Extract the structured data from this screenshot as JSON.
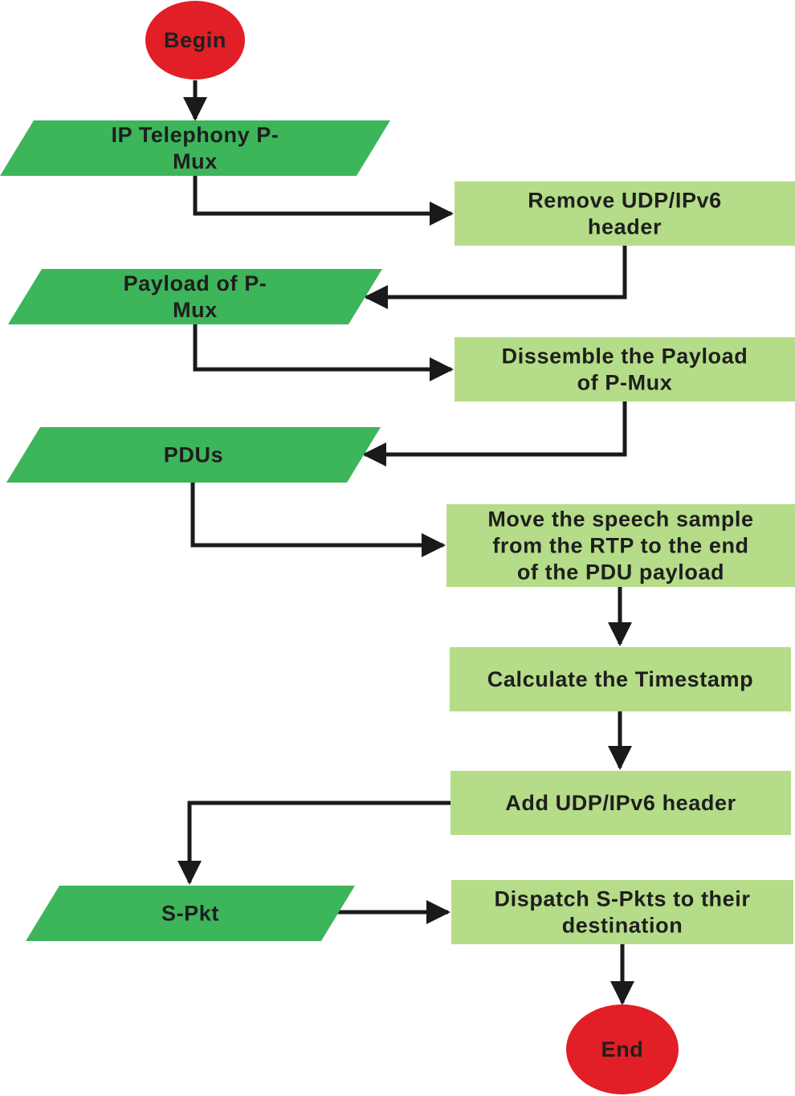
{
  "colors": {
    "terminator": "#e21e26",
    "io": "#3db55b",
    "process": "#b5dc88",
    "connector": "#1a1a1a"
  },
  "nodes": {
    "begin": {
      "kind": "terminator",
      "lines": [
        "Begin"
      ]
    },
    "ip_telephony": {
      "kind": "io",
      "lines": [
        "IP Telephony P-",
        "Mux"
      ]
    },
    "remove_header": {
      "kind": "process",
      "lines": [
        "Remove UDP/IPv6",
        "header"
      ]
    },
    "payload": {
      "kind": "io",
      "lines": [
        "Payload of P-",
        "Mux"
      ]
    },
    "dissemble": {
      "kind": "process",
      "lines": [
        "Dissemble the Payload",
        "of P-Mux"
      ]
    },
    "pdus": {
      "kind": "io",
      "lines": [
        "PDUs"
      ]
    },
    "move_sample": {
      "kind": "process",
      "lines": [
        "Move the speech sample",
        "from the RTP to the end",
        "of the PDU payload"
      ]
    },
    "timestamp": {
      "kind": "process",
      "lines": [
        "Calculate the Timestamp"
      ]
    },
    "add_header": {
      "kind": "process",
      "lines": [
        "Add UDP/IPv6 header"
      ]
    },
    "spkt": {
      "kind": "io",
      "lines": [
        "S-Pkt"
      ]
    },
    "dispatch": {
      "kind": "process",
      "lines": [
        "Dispatch S-Pkts to their",
        "destination"
      ]
    },
    "end": {
      "kind": "terminator",
      "lines": [
        "End"
      ]
    }
  },
  "edges": [
    [
      "begin",
      "ip_telephony"
    ],
    [
      "ip_telephony",
      "remove_header"
    ],
    [
      "remove_header",
      "payload"
    ],
    [
      "payload",
      "dissemble"
    ],
    [
      "dissemble",
      "pdus"
    ],
    [
      "pdus",
      "move_sample"
    ],
    [
      "move_sample",
      "timestamp"
    ],
    [
      "timestamp",
      "add_header"
    ],
    [
      "add_header",
      "spkt"
    ],
    [
      "spkt",
      "dispatch"
    ],
    [
      "dispatch",
      "end"
    ]
  ]
}
